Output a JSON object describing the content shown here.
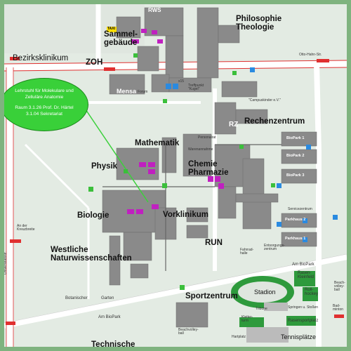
{
  "map": {
    "buildings": {
      "sammelgebaeude": "Sammel-\ngebäude",
      "philosophie": "Philosophie\nTheologie",
      "bezirksklinikum": "Bezirksklinikum",
      "zoh": "ZOH",
      "mensa": "Mensa",
      "mathematik": "Mathematik",
      "rechenzentrum": "Rechenzentrum",
      "physik": "Physik",
      "chemie": "Chemie\nPharmazie",
      "biologie": "Biologie",
      "vorklinikum": "Vorklinikum",
      "run": "RUN",
      "westliche": "Westliche\nNaturwissenschaften",
      "sportzentrum": "Sportzentrum",
      "technische": "Technische",
      "stadion": "Stadion",
      "tennisplaetze": "Tennisplätze",
      "rasensportplatz": "Rasensportplatz",
      "rasen_kleinfeld": "Rasen-\nKleinfeld",
      "rollhockey": "Roll-\nhockey",
      "beachvolley_1": "Beach-\nvolley-\nball",
      "beachvolley_2": "Beachvolley-\nball",
      "botanischer": "Botanischer",
      "garten": "Garten",
      "otto_hahn": "Otto-Hahn-Str.",
      "am_biopark": "Am BioPark",
      "am_biopark_2": "Am BioPark",
      "an_der_kreuzbreite": "An der\nKreuzbreite",
      "universitaetsstr": "Universitätsstr.",
      "taxi": "TAXI",
      "rws": "RWS",
      "rz_marker": "RZ",
      "biopark1": "BioPark 1",
      "biopark2": "BioPark 2",
      "biopark3": "BioPark 3",
      "parkhaus2": "Parkhaus 2",
      "parkhaus1": "Parkhaus 1",
      "forum": "Forum",
      "treffpunkt": "Treffpunkt\n\"Kugel\"",
      "campuskinder": "\"Campuskinder e.V.\"",
      "personalrat": "Personalrat",
      "warenannahme": "Warenannahme",
      "fahrrad": "Fahrrad-\nhalle",
      "entsorgung": "Entsorgungs-\nzentrum",
      "tribuene": "Tribüne",
      "kletterturm": "Kletter-\nturm",
      "springen": "Springen u. Stoßen",
      "hartplatz": "Hartplatz",
      "badminton": "Bad-\nminton",
      "x15": "x15",
      "servicezentrum": "Servicezentrum"
    },
    "callout": {
      "line1": "Lehrstuhl für Molekulare und",
      "line2": "Zelluläre Anatomie",
      "line3": "Raum 3.1.26 Prof. Dr. Härtel",
      "line4": "3.1.04 Sekretariat"
    },
    "colors": {
      "building": "#8a8a8a",
      "road": "#ffffff",
      "red_road": "#e03030",
      "marker_green": "#3bbf3b",
      "marker_purple": "#c020c0",
      "marker_blue": "#2a8ae0",
      "field_green": "#2e9a3c"
    },
    "icons": [
      "parking-icon",
      "handicap-parking-icon",
      "entrance-icon",
      "bus-stop-icon",
      "first-aid-icon"
    ]
  }
}
